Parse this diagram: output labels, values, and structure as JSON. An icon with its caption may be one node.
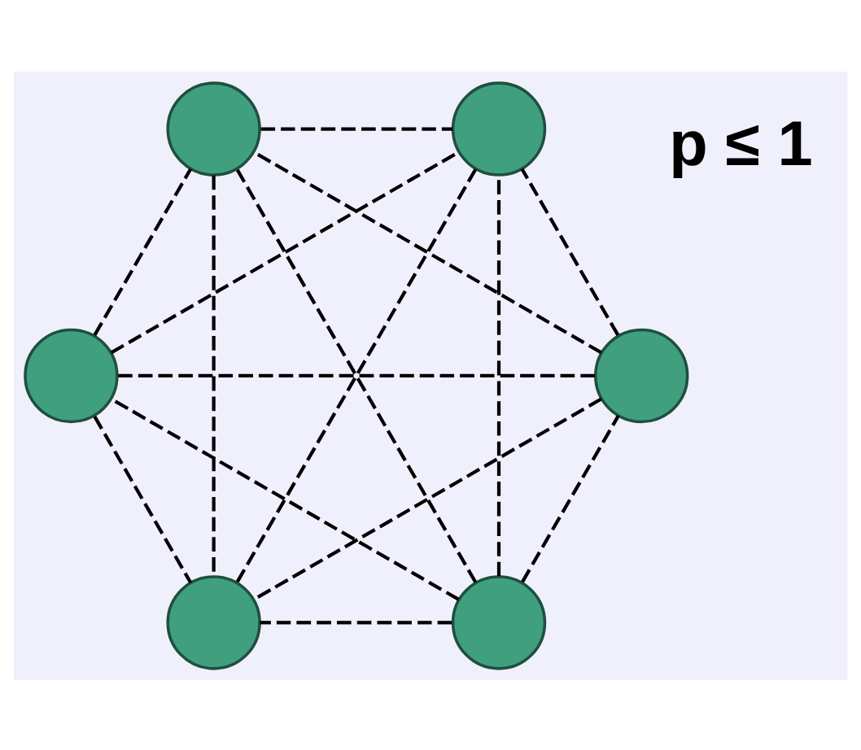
{
  "diagram": {
    "nodes": [
      {
        "text": [],
        "shape": "circle"
      },
      {
        "text": [],
        "shape": "circle"
      },
      {
        "text": [],
        "shape": "circle"
      },
      {
        "text": [],
        "shape": "circle"
      },
      {
        "text": [],
        "shape": "circle"
      },
      {
        "text": [],
        "shape": "circle"
      }
    ],
    "edges": [
      {
        "from": 0,
        "to": 1,
        "arrow": "none",
        "style": "dashed"
      },
      {
        "from": 0,
        "to": 2,
        "arrow": "none",
        "style": "dashed"
      },
      {
        "from": 0,
        "to": 3,
        "arrow": "none",
        "style": "dashed"
      },
      {
        "from": 0,
        "to": 4,
        "arrow": "none",
        "style": "dashed"
      },
      {
        "from": 0,
        "to": 5,
        "arrow": "none",
        "style": "dashed"
      },
      {
        "from": 1,
        "to": 2,
        "arrow": "none",
        "style": "dashed"
      },
      {
        "from": 1,
        "to": 3,
        "arrow": "none",
        "style": "dashed"
      },
      {
        "from": 1,
        "to": 4,
        "arrow": "none",
        "style": "dashed"
      },
      {
        "from": 1,
        "to": 5,
        "arrow": "none",
        "style": "dashed"
      },
      {
        "from": 2,
        "to": 3,
        "arrow": "none",
        "style": "dashed"
      },
      {
        "from": 2,
        "to": 4,
        "arrow": "none",
        "style": "dashed"
      },
      {
        "from": 2,
        "to": 5,
        "arrow": "none",
        "style": "dashed"
      },
      {
        "from": 3,
        "to": 4,
        "arrow": "none",
        "style": "dashed"
      },
      {
        "from": 3,
        "to": 5,
        "arrow": "none",
        "style": "dashed"
      },
      {
        "from": 4,
        "to": 5,
        "arrow": "none",
        "style": "dashed"
      }
    ],
    "labels": [
      "p ≤ 1"
    ]
  }
}
